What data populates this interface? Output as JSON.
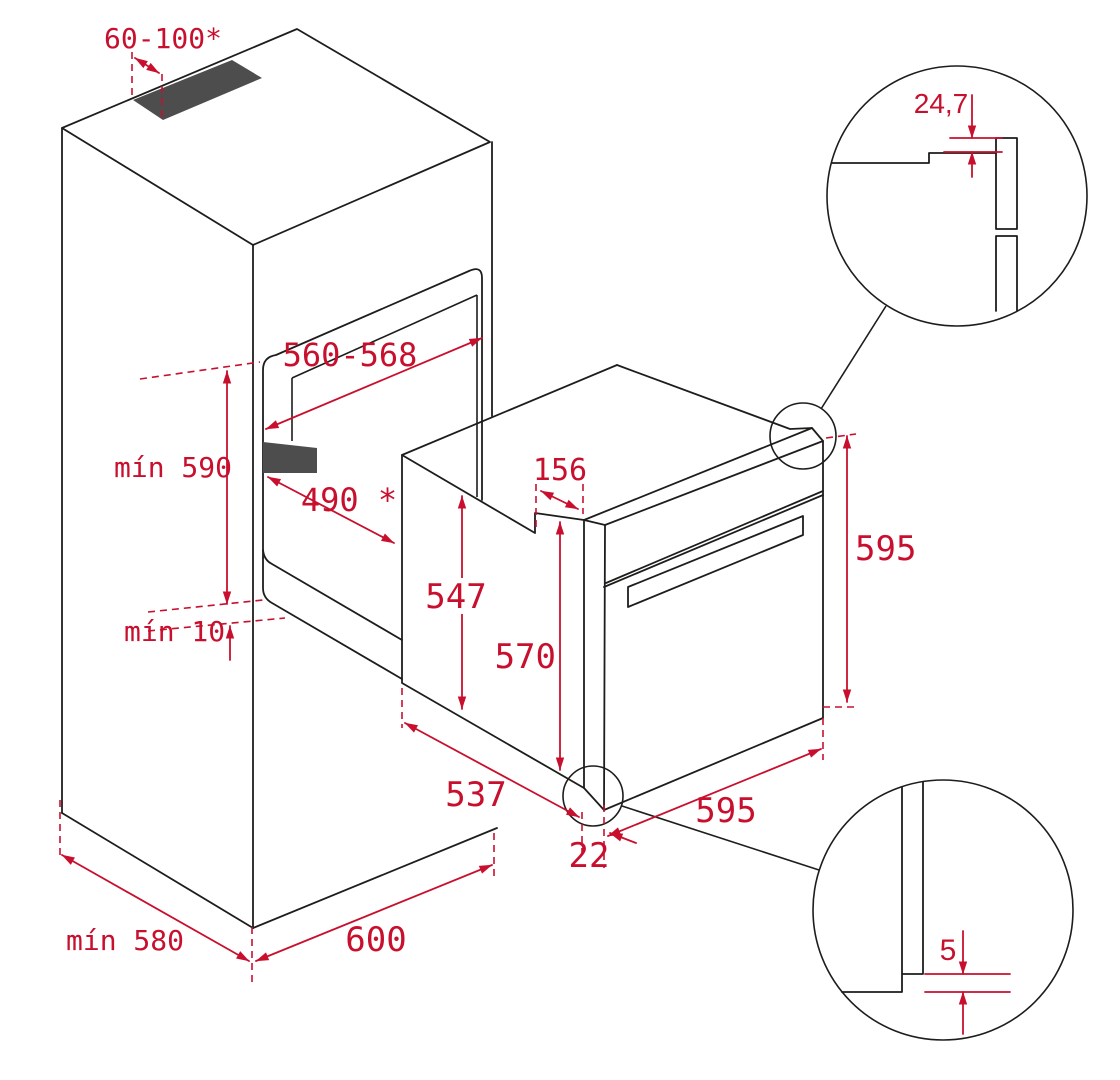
{
  "diagram": {
    "kind": "built-in oven installation dimensions drawing",
    "units": "mm",
    "colors": {
      "line": "#1d1d1b",
      "dimension_red": "#c8102e",
      "dark_fill": "#4d4d4d",
      "background": "#ffffff"
    },
    "labels": {
      "vent_width": "60-100*",
      "top_step": "24,7",
      "niche_width": "560-568",
      "niche_height": "mín 590",
      "niche_floor_depth": "490 *",
      "bottom_clearance": "mín 10",
      "body_height": "547",
      "top_recess": "156",
      "inner_front_height": "570",
      "front_height": "595",
      "front_width": "595",
      "body_depth": "537",
      "front_panel_thickness": "22",
      "door_bottom_gap": "5",
      "cabinet_depth": "mín 580",
      "cabinet_width": "600"
    }
  }
}
